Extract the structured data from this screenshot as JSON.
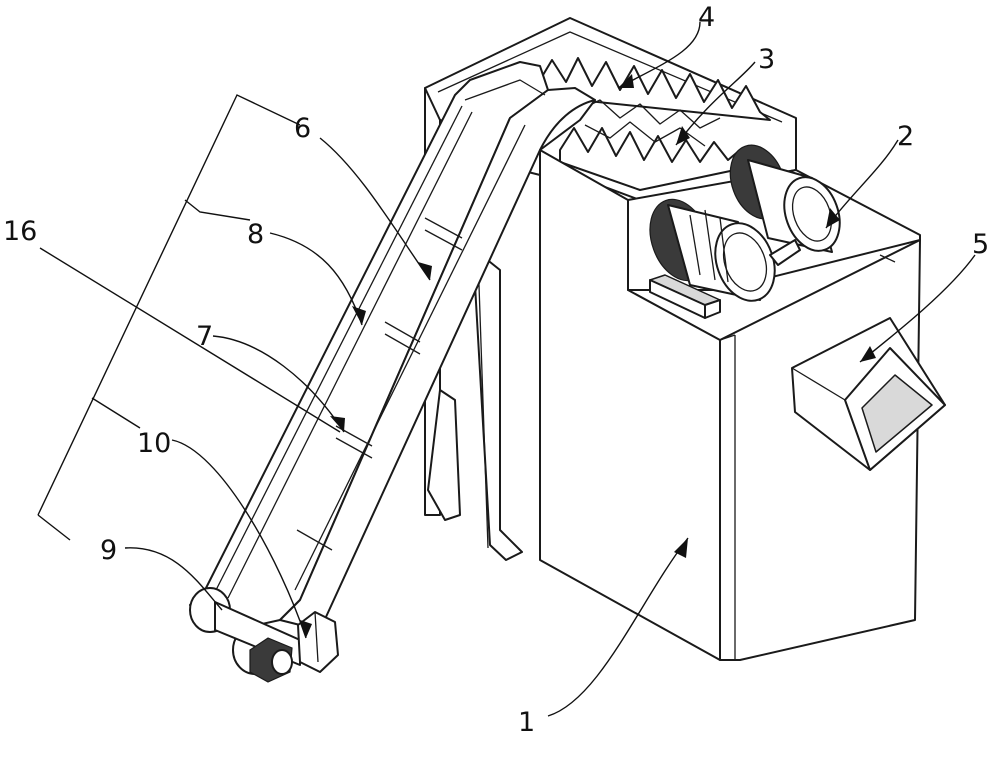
{
  "labels": {
    "l1": "1",
    "l2": "2",
    "l3": "3",
    "l4": "4",
    "l5": "5",
    "l6": "6",
    "l7": "7",
    "l8": "8",
    "l9": "9",
    "l10": "10",
    "l16": "16"
  }
}
